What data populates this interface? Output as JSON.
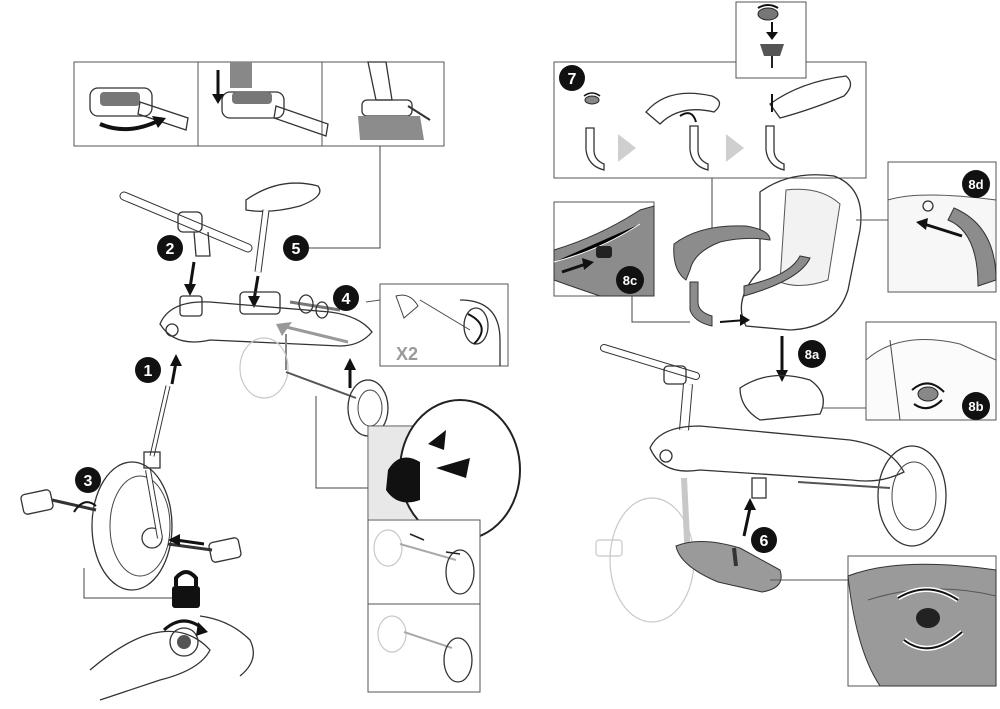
{
  "steps": {
    "s1": "1",
    "s2": "2",
    "s3": "3",
    "s4": "4",
    "s5": "5",
    "s6": "6",
    "s7": "7",
    "s8a": "8a",
    "s8b": "8b",
    "s8c": "8c",
    "s8d": "8d"
  },
  "labels": {
    "x2": "X2"
  },
  "colors": {
    "badge": "#111111",
    "part_gray": "#8c8c8c",
    "arrow": "#111111"
  }
}
